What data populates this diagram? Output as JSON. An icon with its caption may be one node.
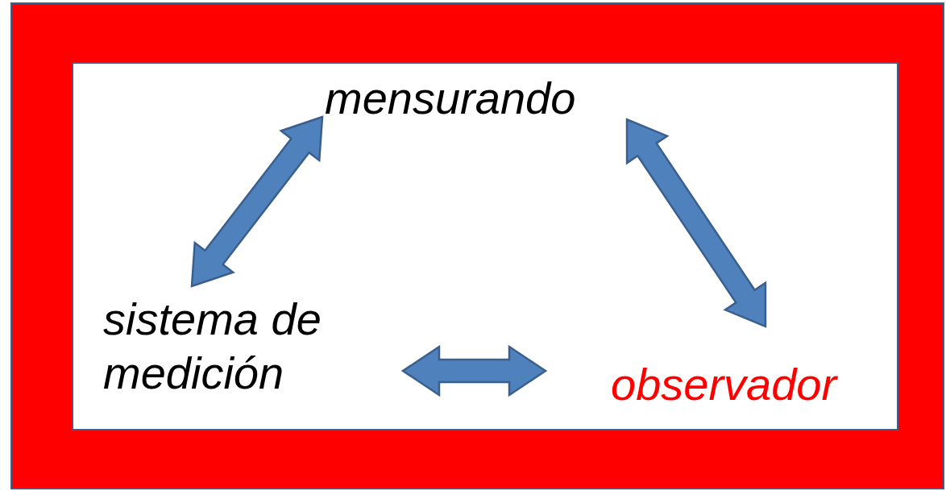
{
  "diagram": {
    "nodes": [
      {
        "text": [
          "mensurando"
        ]
      },
      {
        "text": [
          "sistema de medición"
        ]
      },
      {
        "text": [
          "observador"
        ]
      }
    ],
    "edges": [
      {
        "from": 0,
        "to": 1,
        "arrow": "both"
      },
      {
        "from": 0,
        "to": 2,
        "arrow": "both"
      },
      {
        "from": 1,
        "to": 2,
        "arrow": "both"
      }
    ]
  }
}
